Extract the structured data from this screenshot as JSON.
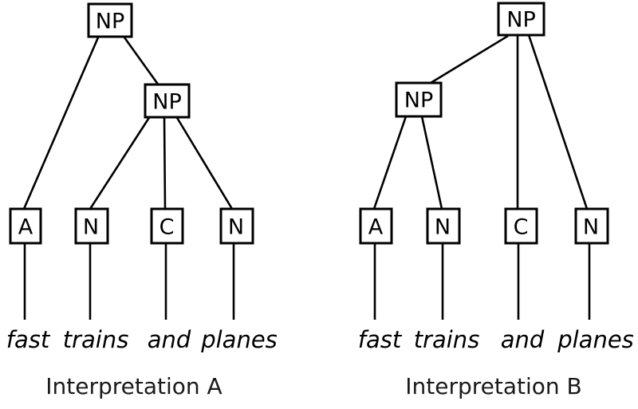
{
  "colors": {
    "background": "#ffffff",
    "ink": "#000000"
  },
  "sentence_words": [
    "fast",
    "trains",
    "and",
    "planes"
  ],
  "trees": [
    {
      "id": "A",
      "caption": "Interpretation A",
      "root": {
        "label": "NP"
      },
      "inner": {
        "label": "NP"
      },
      "leaves": [
        {
          "tag": "A",
          "word": "fast"
        },
        {
          "tag": "N",
          "word": "trains"
        },
        {
          "tag": "C",
          "word": "and"
        },
        {
          "tag": "N",
          "word": "planes"
        }
      ],
      "edges": [
        "root-NP -> A(fast)",
        "root-NP -> inner-NP",
        "inner-NP -> N(trains)",
        "inner-NP -> C(and)",
        "inner-NP -> N(planes)",
        "A -> fast",
        "N -> trains",
        "C -> and",
        "N -> planes"
      ]
    },
    {
      "id": "B",
      "caption": "Interpretation B",
      "root": {
        "label": "NP"
      },
      "inner": {
        "label": "NP"
      },
      "leaves": [
        {
          "tag": "A",
          "word": "fast"
        },
        {
          "tag": "N",
          "word": "trains"
        },
        {
          "tag": "C",
          "word": "and"
        },
        {
          "tag": "N",
          "word": "planes"
        }
      ],
      "edges": [
        "root-NP -> inner-NP",
        "root-NP -> C(and)",
        "root-NP -> N(planes)",
        "inner-NP -> A(fast)",
        "inner-NP -> N(trains)",
        "A -> fast",
        "N -> trains",
        "C -> and",
        "N -> planes"
      ]
    }
  ]
}
